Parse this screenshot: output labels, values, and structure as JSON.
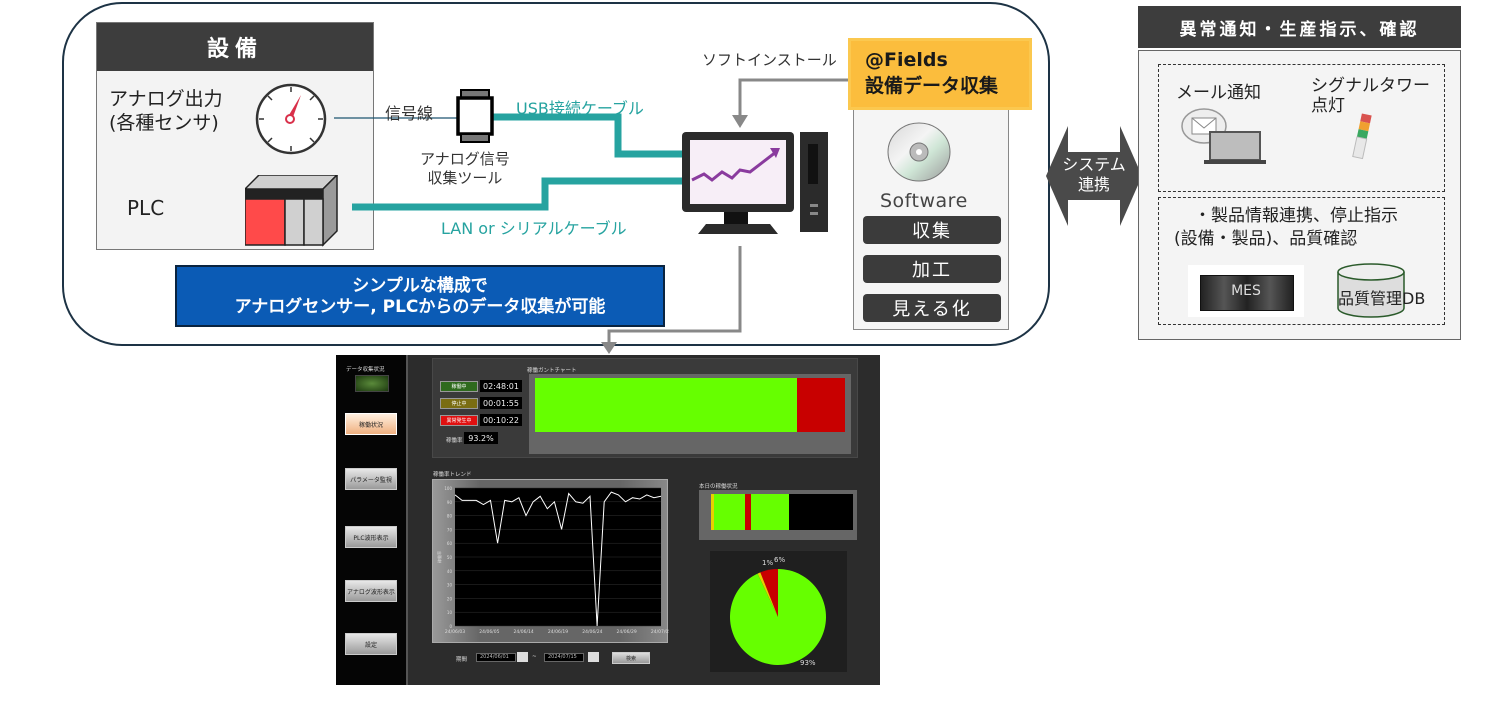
{
  "equipment": {
    "title": "設備",
    "analog_label": "アナログ出力\n(各種センサ)",
    "plc_label": "PLC"
  },
  "connections": {
    "signal_line": "信号線",
    "analog_tool": "アナログ信号\n収集ツール",
    "usb_cable": "USB接続ケーブル",
    "lan_cable": "LAN or シリアルケーブル",
    "soft_install": "ソフトインストール"
  },
  "software": {
    "title_line1": "@Fields",
    "title_line2": "設備データ収集",
    "label": "Software",
    "functions": [
      "収集",
      "加工",
      "見える化"
    ]
  },
  "banner": {
    "line1": "シンプルな構成で",
    "line2": "アナログセンサー, PLCからのデータ収集が可能"
  },
  "system_link": {
    "line1": "システム",
    "line2": "連携"
  },
  "right_panel": {
    "title": "異常通知・生産指示、確認",
    "mail": "メール通知",
    "signal_tower_line1": "シグナルタワー",
    "signal_tower_line2": "点灯",
    "info_line1": "・製品情報連携、停止指示",
    "info_line2": "(設備・製品)、品質確認",
    "mes_label": "MES",
    "db_label": "品質管理DB"
  },
  "screen": {
    "data_status_label": "データ収集状況",
    "sidebar_buttons": [
      "稼働状況",
      "パラメータ監視",
      "PLC波形表示",
      "アナログ波形表示",
      "設定"
    ],
    "status_rows": [
      {
        "label": "稼働中",
        "time": "02:48:01",
        "color": "#2f6a1e"
      },
      {
        "label": "停止中",
        "time": "00:01:55",
        "color": "#7a6d12"
      },
      {
        "label": "異常発生中",
        "time": "00:10:22",
        "color": "#e01010"
      }
    ],
    "rate_label": "稼働率",
    "rate_value": "93.2%",
    "gantt_title": "稼働ガントチャート",
    "trend_title": "稼働率トレンド",
    "today_title": "本日の稼働状況",
    "period_label": "期間",
    "date_from": "2024/06/01",
    "date_to": "2024/07/15",
    "search_button": "検索"
  },
  "colors": {
    "running": "#66ff00",
    "stopped": "#e8d000",
    "error": "#c80000",
    "teal": "#26a3a0",
    "banner": "#0b5bb5",
    "accent": "#fbbd3d"
  },
  "chart_data": [
    {
      "type": "bar",
      "title": "稼働ガントチャート",
      "segments": [
        {
          "state": "running",
          "fraction": 0.845
        },
        {
          "state": "error",
          "fraction": 0.155
        }
      ]
    },
    {
      "type": "line",
      "title": "稼働率トレンド",
      "ylabel": "稼働率",
      "ylim": [
        0,
        100
      ],
      "yticks": [
        0,
        10,
        20,
        30,
        40,
        50,
        60,
        70,
        80,
        90,
        100
      ],
      "xticks": [
        "24/06/03",
        "24/06/05",
        "24/06/14",
        "24/06/19",
        "24/06/24",
        "24/06/29",
        "24/07/05"
      ],
      "values": [
        95,
        91,
        91,
        91,
        88,
        91,
        60,
        91,
        90,
        93,
        80,
        90,
        94,
        85,
        90,
        70,
        96,
        90,
        89,
        94,
        0,
        90,
        97,
        95,
        90,
        93,
        92,
        95,
        93,
        94
      ]
    },
    {
      "type": "bar",
      "title": "本日の稼働状況",
      "segments": [
        {
          "state": "stopped",
          "fraction": 0.02
        },
        {
          "state": "running",
          "fraction": 0.22
        },
        {
          "state": "error",
          "fraction": 0.04
        },
        {
          "state": "running",
          "fraction": 0.27
        },
        {
          "state": "idle",
          "fraction": 0.45
        }
      ]
    },
    {
      "type": "pie",
      "slices": [
        {
          "label": "93%",
          "value": 93,
          "state": "running"
        },
        {
          "label": "1%",
          "value": 1,
          "state": "stopped"
        },
        {
          "label": "6%",
          "value": 6,
          "state": "error"
        }
      ]
    }
  ]
}
